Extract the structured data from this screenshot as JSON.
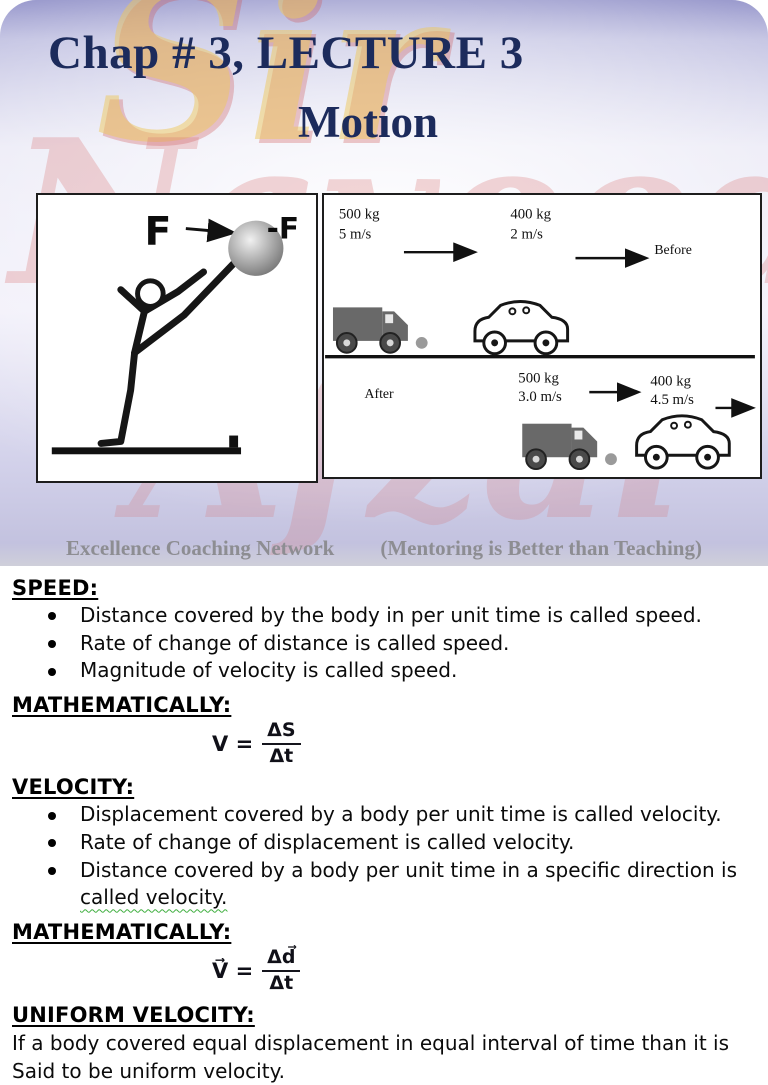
{
  "header": {
    "title_line1": "Chap # 3, LECTURE 3",
    "title_line2": "Motion",
    "watermark": [
      "Sir",
      "Naveed",
      "Afzal"
    ]
  },
  "figures": {
    "karate": {
      "force_label": "F",
      "reaction_label": "-F"
    },
    "collision": {
      "before": {
        "label": "Before",
        "truck_mass": "500 kg",
        "truck_speed": "5 m/s",
        "car_mass": "400 kg",
        "car_speed": "2 m/s"
      },
      "after": {
        "label": "After",
        "truck_mass": "500 kg",
        "truck_speed": "3.0 m/s",
        "car_mass": "400 kg",
        "car_speed": "4.5 m/s"
      }
    }
  },
  "caption": {
    "org": "Excellence Coaching Network",
    "tagline": "(Mentoring is Better than Teaching)"
  },
  "content": {
    "speed": {
      "heading": "SPEED:",
      "bullets": [
        "Distance covered by the body in per unit time is called speed.",
        "Rate of change of distance is called speed.",
        "Magnitude of velocity is called speed."
      ]
    },
    "mathematically_speed": {
      "heading": "MATHEMATICALLY:",
      "lhs": "V =",
      "numerator": "ΔS",
      "denominator": "Δt"
    },
    "velocity": {
      "heading": "VELOCITY:",
      "bullets": [
        "Displacement covered by a body per unit time is called velocity.",
        "Rate of change of displacement is called velocity.",
        "Distance covered by a body per unit time in a specific direction is"
      ],
      "bullet3_continuation": "called velocity."
    },
    "mathematically_velocity": {
      "heading": "MATHEMATICALLY:",
      "lhs": "V⃗ =",
      "numerator": "Δd⃗",
      "denominator": "Δt"
    },
    "uniform_velocity": {
      "heading": "UNIFORM VELOCITY:",
      "line1": "If a body covered equal displacement in equal interval of time than it is",
      "line2": "Said to be uniform velocity."
    }
  }
}
